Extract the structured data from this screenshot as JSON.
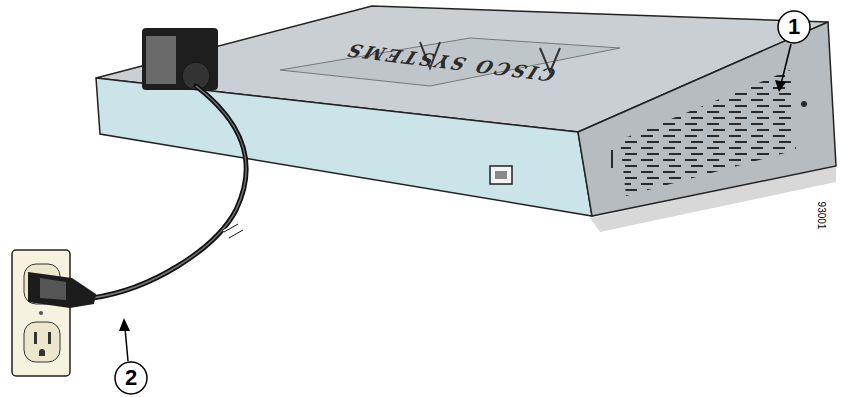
{
  "diagram": {
    "labels": [
      "CISCO SYSTEMS",
      "1",
      "2",
      "93001"
    ]
  }
}
